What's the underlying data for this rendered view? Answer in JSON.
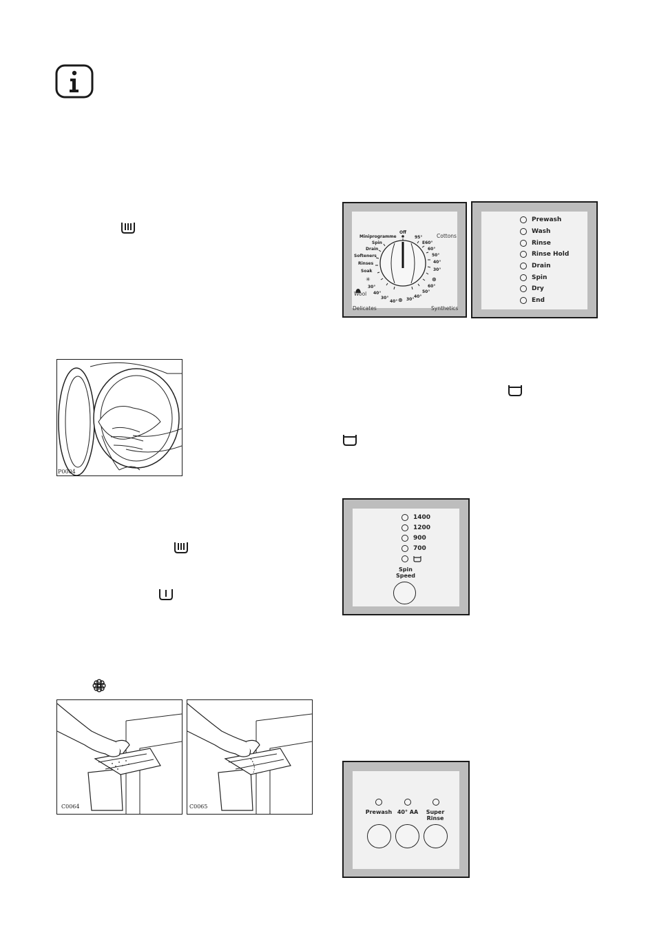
{
  "info_icon": "info-icon",
  "symbols": {
    "main_wash": "main-wash-tub-icon",
    "prewash": "prewash-tub-icon",
    "softener": "softener-flower-icon",
    "drain_tub": "drain-tub-icon"
  },
  "figures": {
    "drum": {
      "code": "P0004"
    },
    "dispenser_left": {
      "code": "C0064"
    },
    "dispenser_right": {
      "code": "C0065"
    }
  },
  "program_dial": {
    "corner_labels": {
      "cottons": "Cottons",
      "delicates": "Delicates",
      "synthetics": "Synthetics",
      "wool": "Wool"
    },
    "top": "Off",
    "left_labels": [
      "Miniprogramme",
      "Spin",
      "Drain",
      "Softeners",
      "Rinses",
      "Soak",
      "✳",
      "30°"
    ],
    "right_labels": [
      "95°",
      "E60°",
      "60°",
      "50°",
      "40°",
      "30°",
      "⊛",
      "60°",
      "50°",
      "40°",
      "30°"
    ],
    "bottom_labels": [
      "40°",
      "30°",
      "40°",
      "⊛"
    ]
  },
  "progress_panel": {
    "items": [
      "Prewash",
      "Wash",
      "Rinse",
      "Rinse Hold",
      "Drain",
      "Spin",
      "Dry",
      "End"
    ]
  },
  "spin_panel": {
    "speeds": [
      "1400",
      "1200",
      "900",
      "700"
    ],
    "drain_only_icon": "drain-tub-icon",
    "button_label": "Spin Speed"
  },
  "options_panel": {
    "options": [
      {
        "label": "Prewash"
      },
      {
        "label": "40° AA"
      },
      {
        "label": "Super Rinse"
      }
    ]
  }
}
